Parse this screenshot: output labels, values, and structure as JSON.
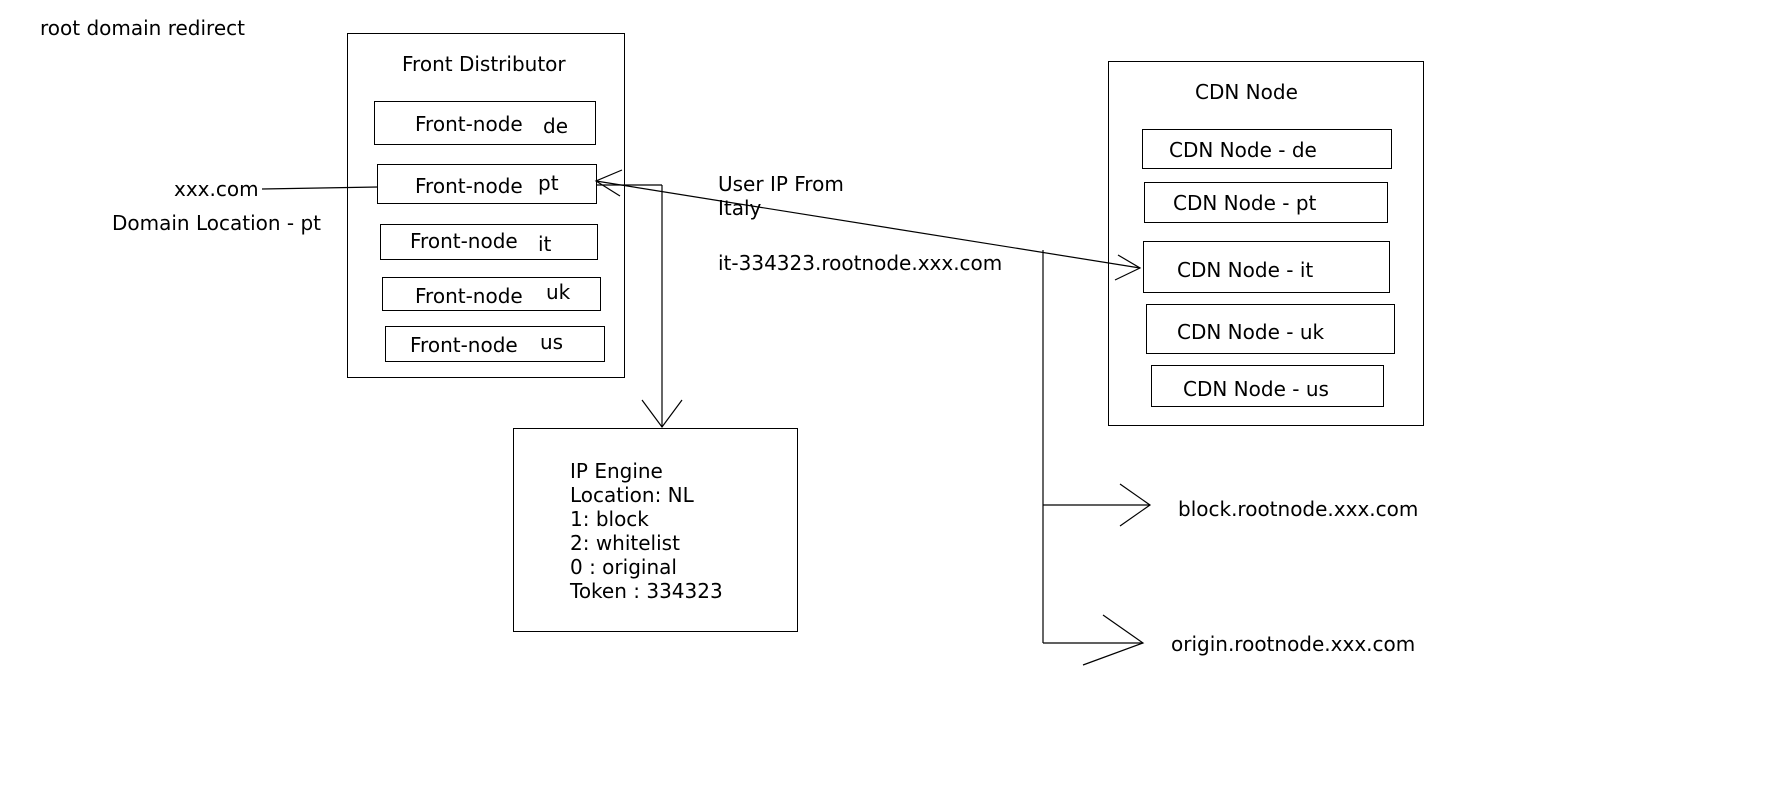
{
  "title": "root domain redirect",
  "domain": {
    "name": "xxx.com",
    "location": "Domain Location - pt"
  },
  "front_distributor": {
    "title": "Front Distributor",
    "nodes": [
      {
        "label": "Front-node",
        "code": "de"
      },
      {
        "label": "Front-node",
        "code": "pt"
      },
      {
        "label": "Front-node",
        "code": "it"
      },
      {
        "label": "Front-node",
        "code": "uk"
      },
      {
        "label": "Front-node",
        "code": "us"
      }
    ]
  },
  "user_ip_note": [
    "User IP From",
    "Italy"
  ],
  "redirect_host": "it-334323.rootnode.xxx.com",
  "ip_engine": {
    "lines": [
      "IP Engine",
      "Location: NL",
      "1: block",
      "2: whitelist",
      "0 : original",
      "Token : 334323"
    ]
  },
  "cdn": {
    "title": "CDN Node",
    "nodes": [
      "CDN Node - de",
      "CDN Node - pt",
      "CDN Node - it",
      "CDN Node - uk",
      "CDN Node - us"
    ]
  },
  "targets": {
    "block": "block.rootnode.xxx.com",
    "origin": "origin.rootnode.xxx.com"
  }
}
